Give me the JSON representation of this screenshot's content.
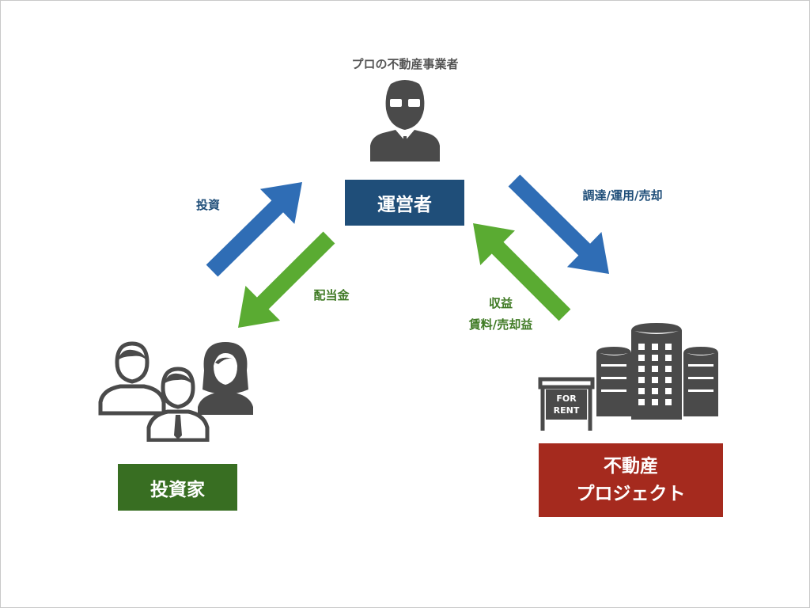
{
  "colors": {
    "operator_box": "#1f4e79",
    "investor_box": "#386e22",
    "project_box": "#a52a1e",
    "blue_arrow": "#2f6db5",
    "green_arrow": "#5aab32",
    "label_blue": "#1f4e79",
    "label_green": "#3f7a24",
    "icon_gray": "#4a4a4a"
  },
  "header": {
    "professional_label": "プロの不動産事業者"
  },
  "operator": {
    "label": "運営者"
  },
  "investor": {
    "label": "投資家"
  },
  "project": {
    "line1": "不動産",
    "line2": "プロジェクト"
  },
  "flows": {
    "invest": "投資",
    "dividend": "配当金",
    "procurement": "調達/運用/売却",
    "returns_line1": "収益",
    "returns_line2": "賃料/売却益"
  },
  "sign": {
    "line1": "FOR",
    "line2": "RENT"
  },
  "icons": {
    "professional": "businessman-with-glasses-icon",
    "investors": "people-group-icon",
    "property": "buildings-icon",
    "rent_sign": "for-rent-sign-icon"
  }
}
